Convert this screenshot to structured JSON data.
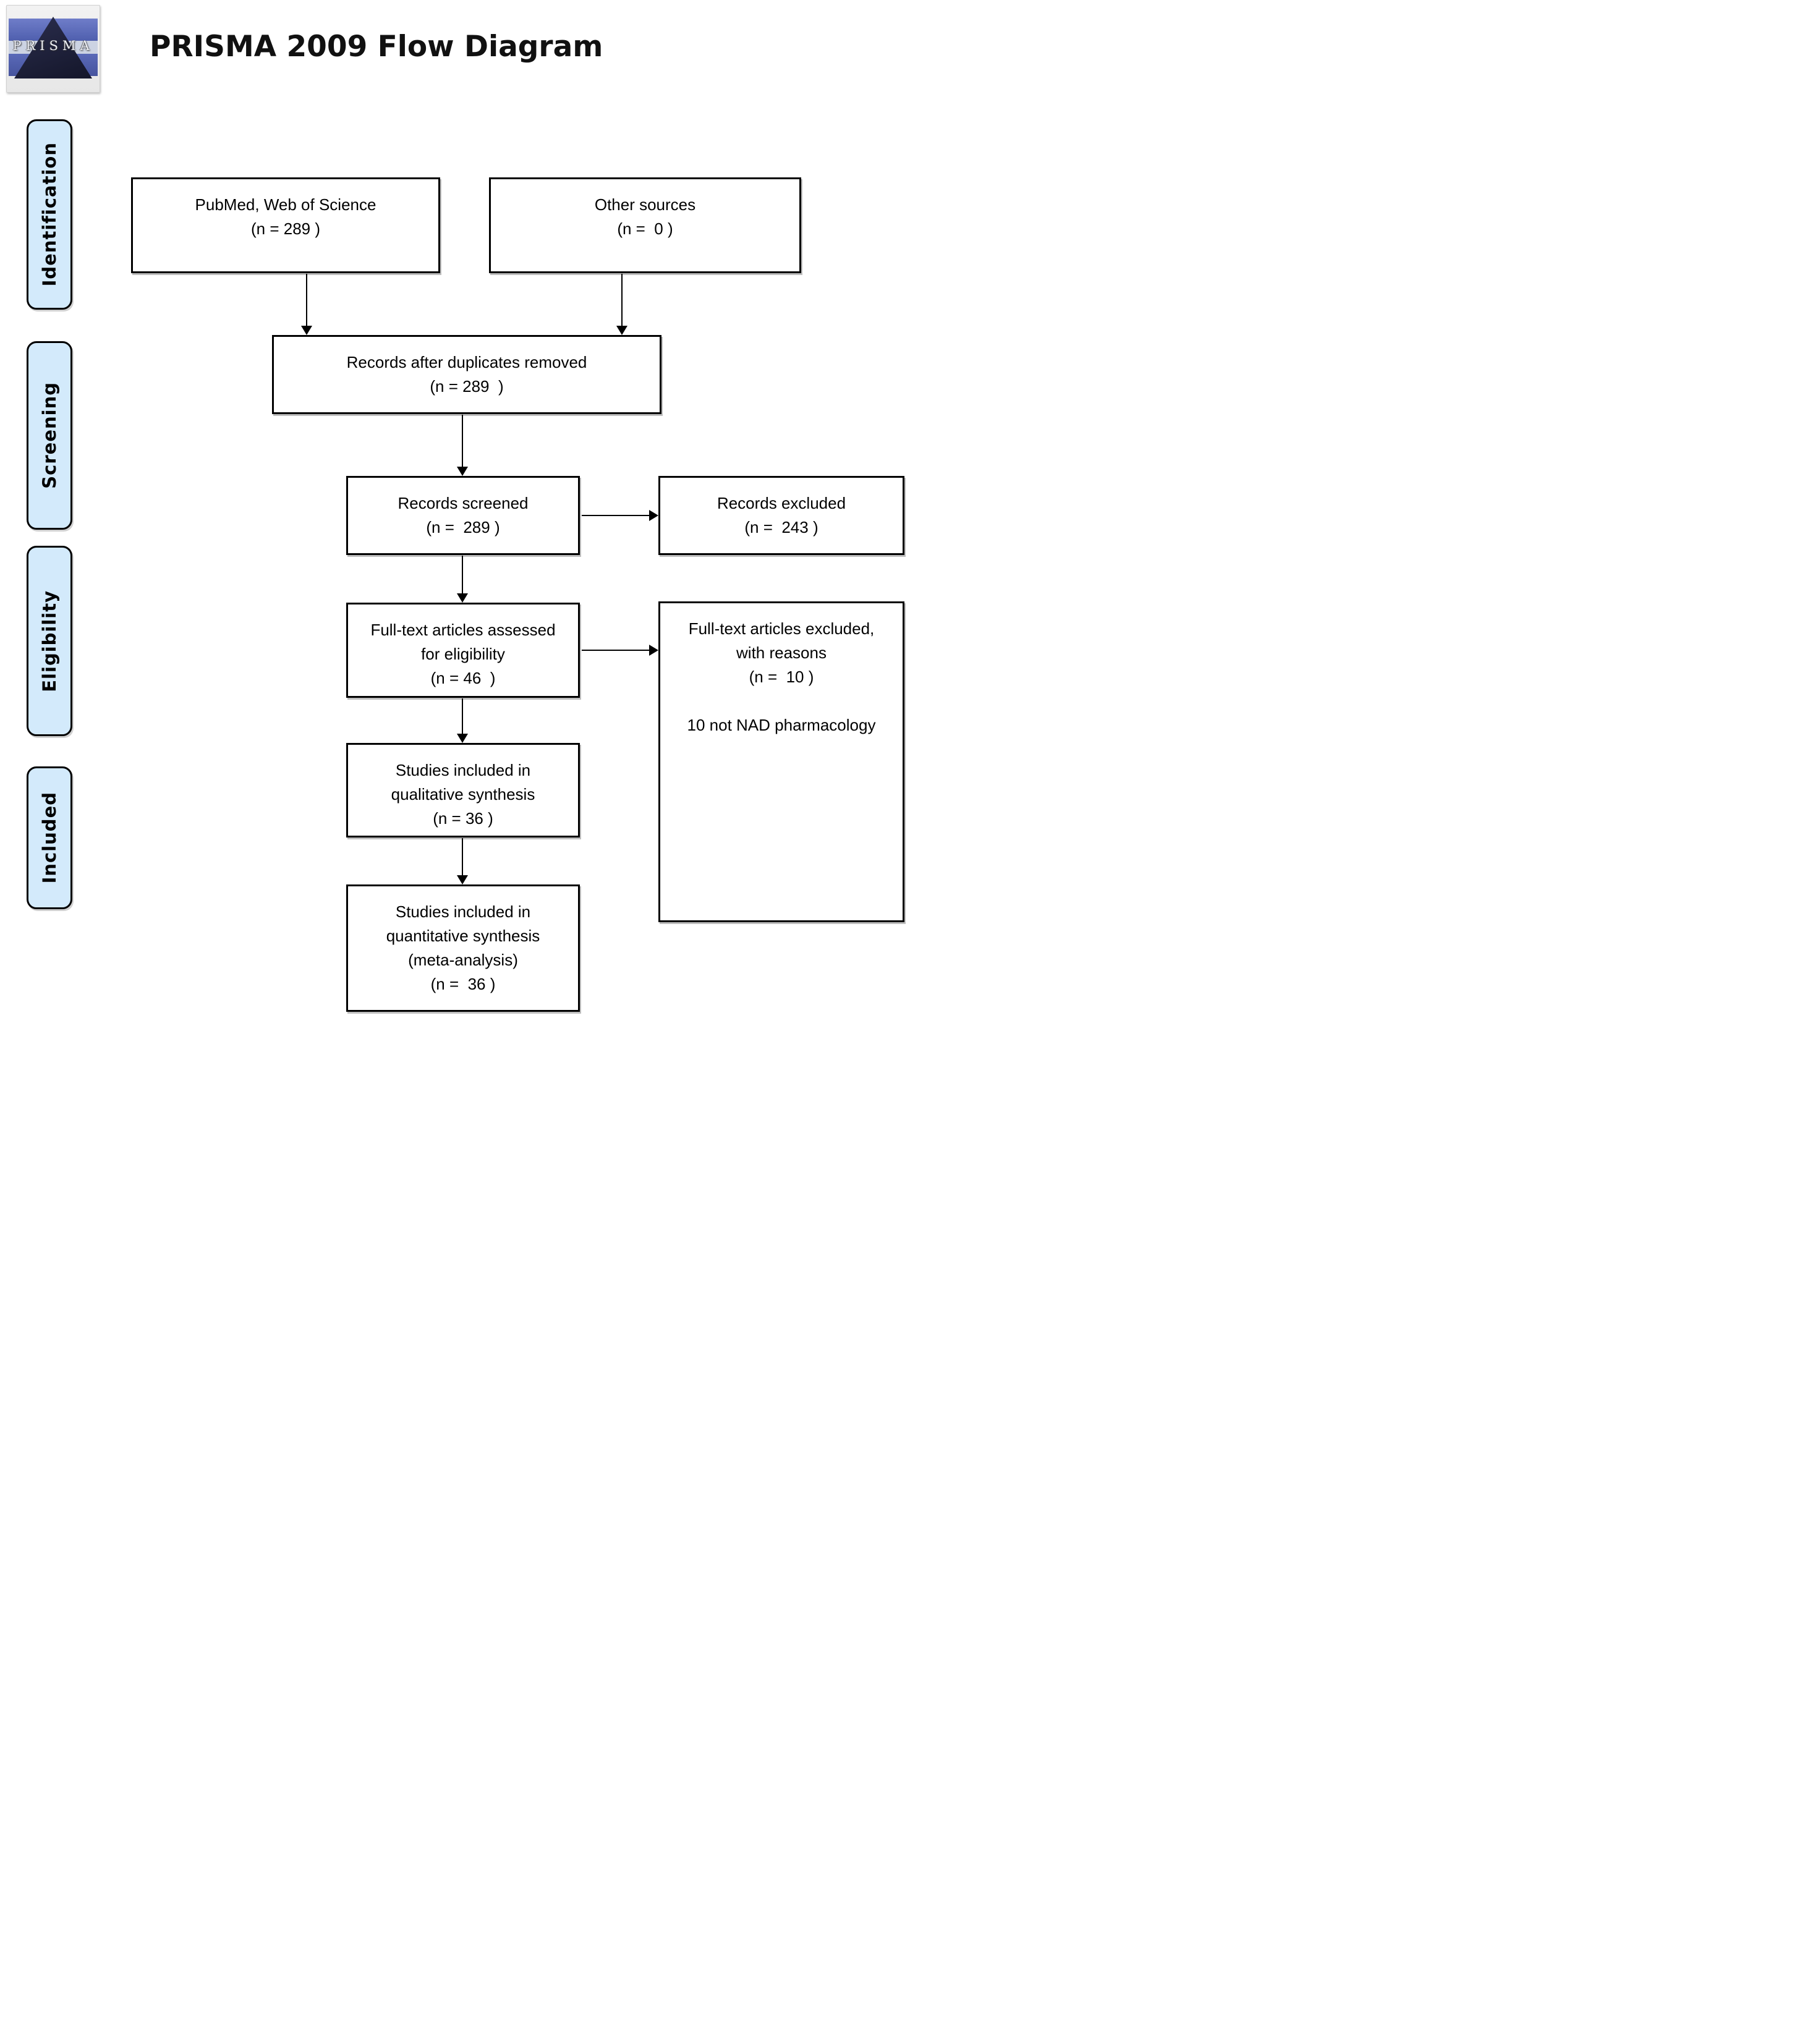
{
  "header": {
    "logo": {
      "text": "PRISMA"
    },
    "title": "PRISMA 2009 Flow Diagram"
  },
  "stages": [
    {
      "id": "identification",
      "label": "Identification"
    },
    {
      "id": "screening",
      "label": "Screening"
    },
    {
      "id": "eligibility",
      "label": "Eligibility"
    },
    {
      "id": "included",
      "label": "Included"
    }
  ],
  "boxes": {
    "pubmed": {
      "lines": [
        "PubMed, Web of Science",
        "(n = 289 )"
      ]
    },
    "other_sources": {
      "lines": [
        "Other sources",
        "(n =  0 )"
      ]
    },
    "deduplicated": {
      "lines": [
        "Records after duplicates removed",
        "(n = 289  )"
      ]
    },
    "screened": {
      "lines": [
        "Records screened",
        "(n =  289 )"
      ]
    },
    "records_excluded": {
      "lines": [
        "Records excluded",
        "(n =  243 )"
      ]
    },
    "fulltext_assessed": {
      "lines": [
        "Full-text articles assessed",
        "for eligibility",
        "(n = 46  )"
      ]
    },
    "fulltext_excluded": {
      "lines": [
        "Full-text articles excluded,",
        "with reasons",
        "(n =  10 )"
      ],
      "note": "10 not NAD pharmacology"
    },
    "qualitative": {
      "lines": [
        "Studies included in",
        "qualitative synthesis",
        "(n = 36 )"
      ]
    },
    "quantitative": {
      "lines": [
        "Studies included in",
        "quantitative synthesis",
        "(meta-analysis)",
        "(n =  36 )"
      ]
    }
  },
  "flow": [
    {
      "from": "pubmed",
      "to": "deduplicated"
    },
    {
      "from": "other_sources",
      "to": "deduplicated"
    },
    {
      "from": "deduplicated",
      "to": "screened"
    },
    {
      "from": "screened",
      "to": "records_excluded"
    },
    {
      "from": "screened",
      "to": "fulltext_assessed"
    },
    {
      "from": "fulltext_assessed",
      "to": "fulltext_excluded"
    },
    {
      "from": "fulltext_assessed",
      "to": "qualitative"
    },
    {
      "from": "qualitative",
      "to": "quantitative"
    }
  ],
  "colors": {
    "stage_fill": "#d3eafb",
    "box_fill": "#ffffff",
    "line": "#000000",
    "logo_blue": "#5a69b8",
    "logo_pyramid": "#1e2138"
  }
}
